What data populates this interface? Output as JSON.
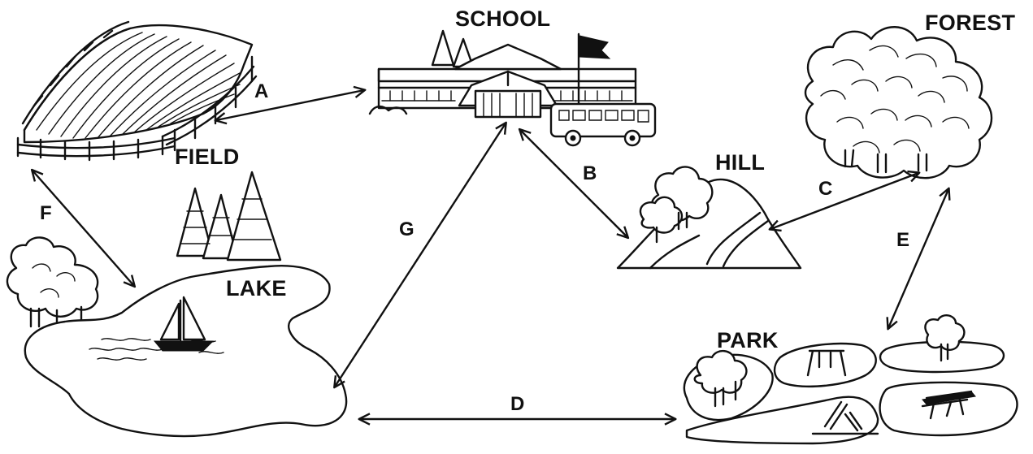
{
  "places": {
    "school": "SCHOOL",
    "forest": "FOREST",
    "field": "FIELD",
    "hill": "HILL",
    "lake": "LAKE",
    "park": "PARK"
  },
  "routes": {
    "a": "A",
    "b": "B",
    "c": "C",
    "d": "D",
    "e": "E",
    "f": "F",
    "g": "G"
  },
  "connections": [
    {
      "route": "A",
      "from": "FIELD",
      "to": "SCHOOL"
    },
    {
      "route": "B",
      "from": "SCHOOL",
      "to": "HILL"
    },
    {
      "route": "C",
      "from": "HILL",
      "to": "FOREST"
    },
    {
      "route": "D",
      "from": "LAKE",
      "to": "PARK"
    },
    {
      "route": "E",
      "from": "FOREST",
      "to": "PARK"
    },
    {
      "route": "F",
      "from": "FIELD",
      "to": "LAKE"
    },
    {
      "route": "G",
      "from": "SCHOOL",
      "to": "LAKE"
    }
  ]
}
